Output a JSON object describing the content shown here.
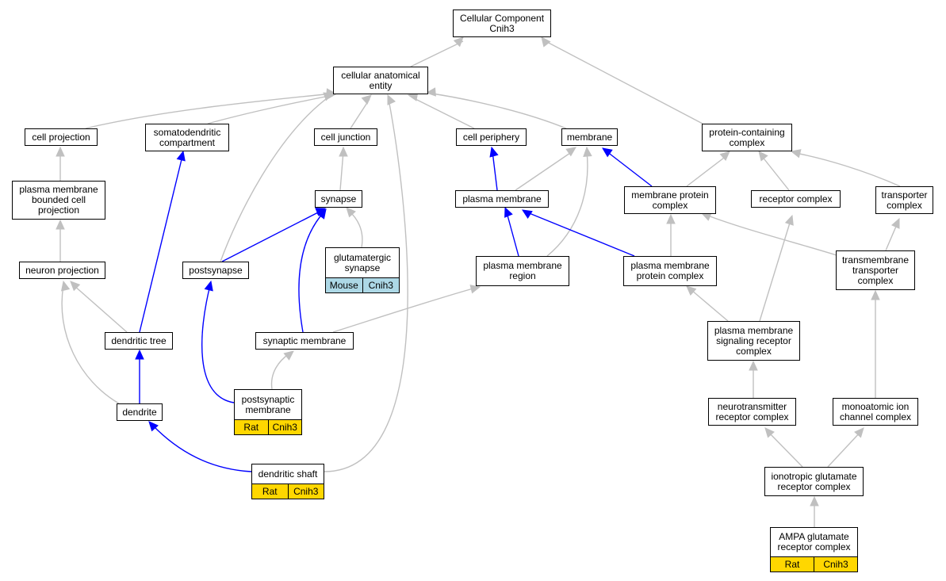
{
  "colors": {
    "is_a": "#c0c0c0",
    "part_of": "#0000ff",
    "rat": "#ffd700",
    "mouse": "#add8e6"
  },
  "nodes": {
    "cellular_component": "Cellular Component\nCnih3",
    "cellular_anatomical_entity": "cellular anatomical\nentity",
    "cell_projection": "cell projection",
    "somatodendritic_compartment": "somatodendritic\ncompartment",
    "cell_junction": "cell junction",
    "cell_periphery": "cell periphery",
    "membrane": "membrane",
    "protein_containing_complex": "protein-containing\ncomplex",
    "pm_bounded_cell_projection": "plasma membrane\nbounded cell\nprojection",
    "synapse": "synapse",
    "plasma_membrane": "plasma membrane",
    "membrane_protein_complex": "membrane protein\ncomplex",
    "receptor_complex": "receptor complex",
    "transporter_complex": "transporter\ncomplex",
    "neuron_projection": "neuron projection",
    "postsynapse": "postsynapse",
    "glutamatergic_synapse": "glutamatergic\nsynapse",
    "plasma_membrane_region": "plasma membrane\nregion",
    "pm_protein_complex": "plasma membrane\nprotein complex",
    "transmembrane_transporter_complex": "transmembrane\ntransporter\ncomplex",
    "dendritic_tree": "dendritic tree",
    "synaptic_membrane": "synaptic membrane",
    "pm_signaling_receptor_complex": "plasma membrane\nsignaling receptor\ncomplex",
    "dendrite": "dendrite",
    "postsynaptic_membrane": "postsynaptic\nmembrane",
    "neurotransmitter_receptor_complex": "neurotransmitter\nreceptor complex",
    "monoatomic_ion_channel_complex": "monoatomic ion\nchannel complex",
    "dendritic_shaft": "dendritic shaft",
    "ionotropic_glutamate_receptor_complex": "ionotropic glutamate\nreceptor complex",
    "ampa_glutamate_receptor_complex": "AMPA glutamate\nreceptor complex"
  },
  "annotations": {
    "glutamatergic_synapse": [
      "Mouse",
      "Cnih3"
    ],
    "postsynaptic_membrane": [
      "Rat",
      "Cnih3"
    ],
    "dendritic_shaft": [
      "Rat",
      "Cnih3"
    ],
    "ampa_glutamate_receptor_complex": [
      "Rat",
      "Cnih3"
    ]
  }
}
